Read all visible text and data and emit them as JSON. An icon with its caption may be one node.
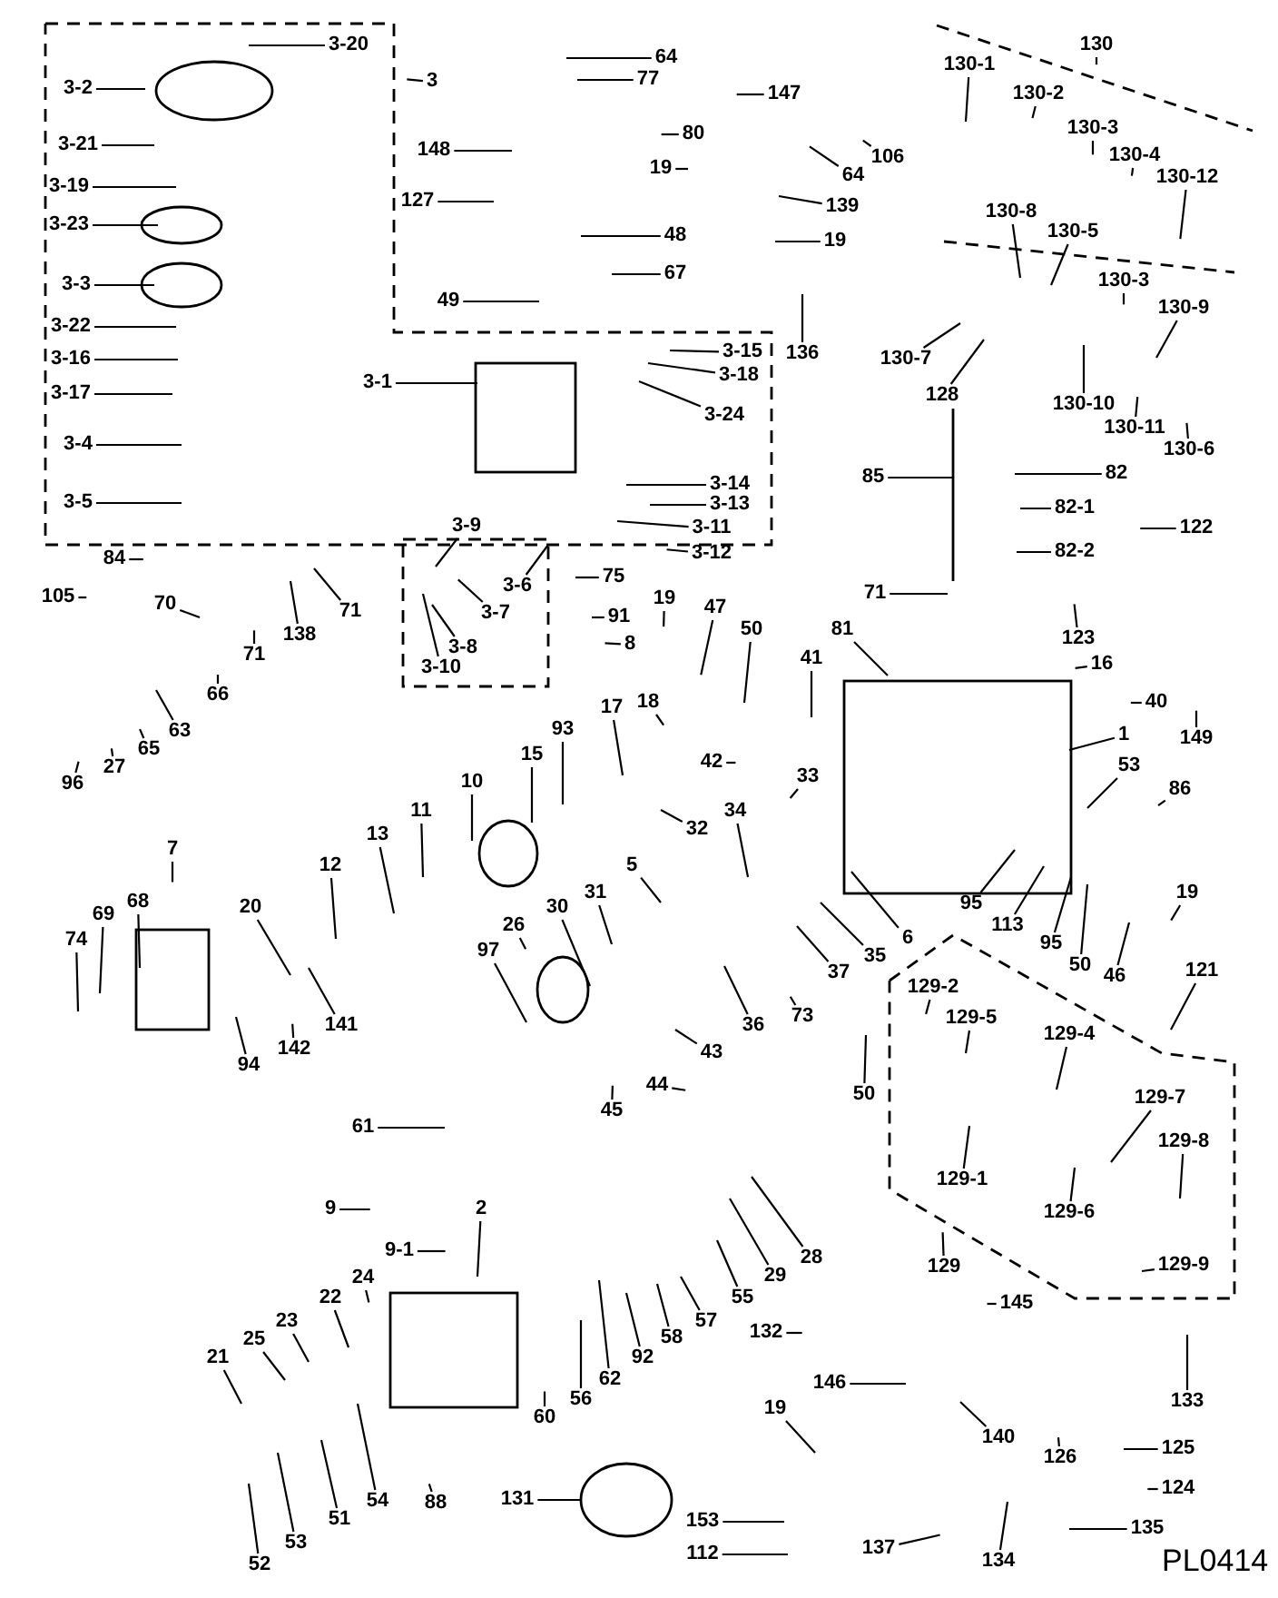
{
  "diagram": {
    "nodes": [
      {
        "text": [
          "3-20"
        ]
      },
      {
        "text": [
          "3-2"
        ]
      },
      {
        "text": [
          "3"
        ]
      },
      {
        "text": [
          "64"
        ]
      },
      {
        "text": [
          "77"
        ]
      },
      {
        "text": [
          "147"
        ]
      },
      {
        "text": [
          "80"
        ]
      },
      {
        "text": [
          "3-21"
        ]
      },
      {
        "text": [
          "148"
        ]
      },
      {
        "text": [
          "19"
        ]
      },
      {
        "text": [
          "64"
        ]
      },
      {
        "text": [
          "106"
        ]
      },
      {
        "text": [
          "3-19"
        ]
      },
      {
        "text": [
          "127"
        ]
      },
      {
        "text": [
          "139"
        ]
      },
      {
        "text": [
          "3-23"
        ]
      },
      {
        "text": [
          "48"
        ]
      },
      {
        "text": [
          "19"
        ]
      },
      {
        "text": [
          "67"
        ]
      },
      {
        "text": [
          "3-3"
        ]
      },
      {
        "text": [
          "49"
        ]
      },
      {
        "text": [
          "3-22"
        ]
      },
      {
        "text": [
          "136"
        ]
      },
      {
        "text": [
          "3-16"
        ]
      },
      {
        "text": [
          "3-1"
        ]
      },
      {
        "text": [
          "3-17"
        ]
      },
      {
        "text": [
          "3-15"
        ]
      },
      {
        "text": [
          "3-18"
        ]
      },
      {
        "text": [
          "3-24"
        ]
      },
      {
        "text": [
          "3-4"
        ]
      },
      {
        "text": [
          "3-14"
        ]
      },
      {
        "text": [
          "3-13"
        ]
      },
      {
        "text": [
          "3-5"
        ]
      },
      {
        "text": [
          "3-11"
        ]
      },
      {
        "text": [
          "3-12"
        ]
      },
      {
        "text": [
          "130"
        ]
      },
      {
        "text": [
          "130-1"
        ]
      },
      {
        "text": [
          "130-2"
        ]
      },
      {
        "text": [
          "130-3"
        ]
      },
      {
        "text": [
          "130-4"
        ]
      },
      {
        "text": [
          "130-12"
        ]
      },
      {
        "text": [
          "130-8"
        ]
      },
      {
        "text": [
          "130-5"
        ]
      },
      {
        "text": [
          "130-3"
        ]
      },
      {
        "text": [
          "130-9"
        ]
      },
      {
        "text": [
          "130-7"
        ]
      },
      {
        "text": [
          "128"
        ]
      },
      {
        "text": [
          "130-10"
        ]
      },
      {
        "text": [
          "130-11"
        ]
      },
      {
        "text": [
          "130-6"
        ]
      },
      {
        "text": [
          "85"
        ]
      },
      {
        "text": [
          "82"
        ]
      },
      {
        "text": [
          "82-1"
        ]
      },
      {
        "text": [
          "122"
        ]
      },
      {
        "text": [
          "82-2"
        ]
      },
      {
        "text": [
          "3-9"
        ]
      },
      {
        "text": [
          "84"
        ]
      },
      {
        "text": [
          "3-6"
        ]
      },
      {
        "text": [
          "75"
        ]
      },
      {
        "text": [
          "105"
        ]
      },
      {
        "text": [
          "70"
        ]
      },
      {
        "text": [
          "71"
        ]
      },
      {
        "text": [
          "91"
        ]
      },
      {
        "text": [
          "3-7"
        ]
      },
      {
        "text": [
          "138"
        ]
      },
      {
        "text": [
          "3-8"
        ]
      },
      {
        "text": [
          "8"
        ]
      },
      {
        "text": [
          "71"
        ]
      },
      {
        "text": [
          "3-10"
        ]
      },
      {
        "text": [
          "66"
        ]
      },
      {
        "text": [
          "17"
        ]
      },
      {
        "text": [
          "93"
        ]
      },
      {
        "text": [
          "63"
        ]
      },
      {
        "text": [
          "65"
        ]
      },
      {
        "text": [
          "15"
        ]
      },
      {
        "text": [
          "27"
        ]
      },
      {
        "text": [
          "96"
        ]
      },
      {
        "text": [
          "10"
        ]
      },
      {
        "text": [
          "11"
        ]
      },
      {
        "text": [
          "13"
        ]
      },
      {
        "text": [
          "7"
        ]
      },
      {
        "text": [
          "12"
        ]
      },
      {
        "text": [
          "5"
        ]
      },
      {
        "text": [
          "31"
        ]
      },
      {
        "text": [
          "68"
        ]
      },
      {
        "text": [
          "30"
        ]
      },
      {
        "text": [
          "20"
        ]
      },
      {
        "text": [
          "69"
        ]
      },
      {
        "text": [
          "26"
        ]
      },
      {
        "text": [
          "74"
        ]
      },
      {
        "text": [
          "97"
        ]
      },
      {
        "text": [
          "141"
        ]
      },
      {
        "text": [
          "142"
        ]
      },
      {
        "text": [
          "94"
        ]
      },
      {
        "text": [
          "45"
        ]
      },
      {
        "text": [
          "71"
        ]
      },
      {
        "text": [
          "19"
        ]
      },
      {
        "text": [
          "47"
        ]
      },
      {
        "text": [
          "50"
        ]
      },
      {
        "text": [
          "81"
        ]
      },
      {
        "text": [
          "123"
        ]
      },
      {
        "text": [
          "41"
        ]
      },
      {
        "text": [
          "16"
        ]
      },
      {
        "text": [
          "18"
        ]
      },
      {
        "text": [
          "40"
        ]
      },
      {
        "text": [
          "1"
        ]
      },
      {
        "text": [
          "149"
        ]
      },
      {
        "text": [
          "42"
        ]
      },
      {
        "text": [
          "53"
        ]
      },
      {
        "text": [
          "33"
        ]
      },
      {
        "text": [
          "86"
        ]
      },
      {
        "text": [
          "34"
        ]
      },
      {
        "text": [
          "32"
        ]
      },
      {
        "text": [
          "19"
        ]
      },
      {
        "text": [
          "95"
        ]
      },
      {
        "text": [
          "113"
        ]
      },
      {
        "text": [
          "6"
        ]
      },
      {
        "text": [
          "95"
        ]
      },
      {
        "text": [
          "35"
        ]
      },
      {
        "text": [
          "50"
        ]
      },
      {
        "text": [
          "121"
        ]
      },
      {
        "text": [
          "46"
        ]
      },
      {
        "text": [
          "37"
        ]
      },
      {
        "text": [
          "129-2"
        ]
      },
      {
        "text": [
          "73"
        ]
      },
      {
        "text": [
          "129-5"
        ]
      },
      {
        "text": [
          "36"
        ]
      },
      {
        "text": [
          "129-4"
        ]
      },
      {
        "text": [
          "43"
        ]
      },
      {
        "text": [
          "44"
        ]
      },
      {
        "text": [
          "50"
        ]
      },
      {
        "text": [
          "129-7"
        ]
      },
      {
        "text": [
          "61"
        ]
      },
      {
        "text": [
          "129-8"
        ]
      },
      {
        "text": [
          "129-1"
        ]
      },
      {
        "text": [
          "9"
        ]
      },
      {
        "text": [
          "2"
        ]
      },
      {
        "text": [
          "129-6"
        ]
      },
      {
        "text": [
          "9-1"
        ]
      },
      {
        "text": [
          "28"
        ]
      },
      {
        "text": [
          "129-9"
        ]
      },
      {
        "text": [
          "129"
        ]
      },
      {
        "text": [
          "29"
        ]
      },
      {
        "text": [
          "24"
        ]
      },
      {
        "text": [
          "55"
        ]
      },
      {
        "text": [
          "22"
        ]
      },
      {
        "text": [
          "145"
        ]
      },
      {
        "text": [
          "57"
        ]
      },
      {
        "text": [
          "23"
        ]
      },
      {
        "text": [
          "132"
        ]
      },
      {
        "text": [
          "58"
        ]
      },
      {
        "text": [
          "25"
        ]
      },
      {
        "text": [
          "92"
        ]
      },
      {
        "text": [
          "62"
        ]
      },
      {
        "text": [
          "56"
        ]
      },
      {
        "text": [
          "21"
        ]
      },
      {
        "text": [
          "60"
        ]
      },
      {
        "text": [
          "140"
        ]
      },
      {
        "text": [
          "19"
        ]
      },
      {
        "text": [
          "146"
        ]
      },
      {
        "text": [
          "133"
        ]
      },
      {
        "text": [
          "125"
        ]
      },
      {
        "text": [
          "126"
        ]
      },
      {
        "text": [
          "124"
        ]
      },
      {
        "text": [
          "131"
        ]
      },
      {
        "text": [
          "54"
        ]
      },
      {
        "text": [
          "88"
        ]
      },
      {
        "text": [
          "51"
        ]
      },
      {
        "text": [
          "153"
        ]
      },
      {
        "text": [
          "135"
        ]
      },
      {
        "text": [
          "53"
        ]
      },
      {
        "text": [
          "137"
        ]
      },
      {
        "text": [
          "112"
        ]
      },
      {
        "text": [
          "134"
        ]
      },
      {
        "text": [
          "52"
        ]
      }
    ],
    "edges": [
      {
        "from": 0,
        "to": null,
        "arrow": "none"
      },
      {
        "from": 1,
        "to": null,
        "arrow": "none"
      },
      {
        "from": 2,
        "to": null,
        "arrow": "none"
      },
      {
        "from": 3,
        "to": null,
        "arrow": "none"
      },
      {
        "from": 4,
        "to": null,
        "arrow": "none"
      },
      {
        "from": 5,
        "to": null,
        "arrow": "none"
      },
      {
        "from": 6,
        "to": null,
        "arrow": "none"
      },
      {
        "from": 7,
        "to": null,
        "arrow": "none"
      },
      {
        "from": 8,
        "to": null,
        "arrow": "none"
      },
      {
        "from": 9,
        "to": null,
        "arrow": "none"
      },
      {
        "from": 10,
        "to": null,
        "arrow": "none"
      },
      {
        "from": 11,
        "to": null,
        "arrow": "none"
      },
      {
        "from": 12,
        "to": null,
        "arrow": "none"
      },
      {
        "from": 13,
        "to": null,
        "arrow": "none"
      },
      {
        "from": 14,
        "to": null,
        "arrow": "none"
      },
      {
        "from": 15,
        "to": null,
        "arrow": "none"
      },
      {
        "from": 16,
        "to": null,
        "arrow": "none"
      },
      {
        "from": 17,
        "to": null,
        "arrow": "none"
      },
      {
        "from": 18,
        "to": null,
        "arrow": "none"
      },
      {
        "from": 19,
        "to": null,
        "arrow": "none"
      },
      {
        "from": 20,
        "to": null,
        "arrow": "none"
      },
      {
        "from": 21,
        "to": null,
        "arrow": "none"
      },
      {
        "from": 22,
        "to": null,
        "arrow": "none"
      },
      {
        "from": 23,
        "to": null,
        "arrow": "none"
      },
      {
        "from": 24,
        "to": null,
        "arrow": "none"
      },
      {
        "from": 25,
        "to": null,
        "arrow": "none"
      },
      {
        "from": 26,
        "to": null,
        "arrow": "none"
      },
      {
        "from": 27,
        "to": null,
        "arrow": "none"
      },
      {
        "from": 28,
        "to": null,
        "arrow": "none"
      },
      {
        "from": 29,
        "to": null,
        "arrow": "none"
      },
      {
        "from": 30,
        "to": null,
        "arrow": "none"
      },
      {
        "from": 31,
        "to": null,
        "arrow": "none"
      },
      {
        "from": 32,
        "to": null,
        "arrow": "none"
      },
      {
        "from": 33,
        "to": null,
        "arrow": "none"
      },
      {
        "from": 34,
        "to": null,
        "arrow": "none"
      },
      {
        "from": 35,
        "to": null,
        "arrow": "none"
      },
      {
        "from": 36,
        "to": null,
        "arrow": "none"
      },
      {
        "from": 37,
        "to": null,
        "arrow": "none"
      },
      {
        "from": 38,
        "to": null,
        "arrow": "none"
      },
      {
        "from": 39,
        "to": null,
        "arrow": "none"
      },
      {
        "from": 40,
        "to": null,
        "arrow": "none"
      },
      {
        "from": 41,
        "to": null,
        "arrow": "none"
      },
      {
        "from": 42,
        "to": null,
        "arrow": "none"
      },
      {
        "from": 43,
        "to": null,
        "arrow": "none"
      },
      {
        "from": 44,
        "to": null,
        "arrow": "none"
      },
      {
        "from": 45,
        "to": null,
        "arrow": "none"
      },
      {
        "from": 46,
        "to": null,
        "arrow": "none"
      },
      {
        "from": 47,
        "to": null,
        "arrow": "none"
      },
      {
        "from": 48,
        "to": null,
        "arrow": "none"
      },
      {
        "from": 49,
        "to": null,
        "arrow": "none"
      },
      {
        "from": 50,
        "to": null,
        "arrow": "none"
      },
      {
        "from": 51,
        "to": null,
        "arrow": "none"
      },
      {
        "from": 52,
        "to": null,
        "arrow": "none"
      },
      {
        "from": 53,
        "to": null,
        "arrow": "none"
      },
      {
        "from": 54,
        "to": null,
        "arrow": "none"
      },
      {
        "from": 55,
        "to": null,
        "arrow": "none"
      },
      {
        "from": 56,
        "to": null,
        "arrow": "none"
      },
      {
        "from": 57,
        "to": null,
        "arrow": "none"
      },
      {
        "from": 58,
        "to": null,
        "arrow": "none"
      },
      {
        "from": 59,
        "to": null,
        "arrow": "none"
      },
      {
        "from": 60,
        "to": null,
        "arrow": "none"
      },
      {
        "from": 61,
        "to": null,
        "arrow": "none"
      },
      {
        "from": 62,
        "to": null,
        "arrow": "none"
      },
      {
        "from": 63,
        "to": null,
        "arrow": "none"
      },
      {
        "from": 64,
        "to": null,
        "arrow": "none"
      },
      {
        "from": 65,
        "to": null,
        "arrow": "none"
      },
      {
        "from": 66,
        "to": null,
        "arrow": "none"
      },
      {
        "from": 67,
        "to": null,
        "arrow": "none"
      },
      {
        "from": 68,
        "to": null,
        "arrow": "none"
      },
      {
        "from": 69,
        "to": null,
        "arrow": "none"
      },
      {
        "from": 70,
        "to": null,
        "arrow": "none"
      },
      {
        "from": 71,
        "to": null,
        "arrow": "none"
      },
      {
        "from": 72,
        "to": null,
        "arrow": "none"
      },
      {
        "from": 73,
        "to": null,
        "arrow": "none"
      },
      {
        "from": 74,
        "to": null,
        "arrow": "none"
      },
      {
        "from": 75,
        "to": null,
        "arrow": "none"
      },
      {
        "from": 76,
        "to": null,
        "arrow": "none"
      },
      {
        "from": 77,
        "to": null,
        "arrow": "none"
      },
      {
        "from": 78,
        "to": null,
        "arrow": "none"
      },
      {
        "from": 79,
        "to": null,
        "arrow": "none"
      },
      {
        "from": 80,
        "to": null,
        "arrow": "none"
      },
      {
        "from": 81,
        "to": null,
        "arrow": "none"
      },
      {
        "from": 82,
        "to": null,
        "arrow": "none"
      },
      {
        "from": 83,
        "to": null,
        "arrow": "none"
      },
      {
        "from": 84,
        "to": null,
        "arrow": "none"
      },
      {
        "from": 85,
        "to": null,
        "arrow": "none"
      },
      {
        "from": 86,
        "to": null,
        "arrow": "none"
      },
      {
        "from": 87,
        "to": null,
        "arrow": "none"
      },
      {
        "from": 88,
        "to": null,
        "arrow": "none"
      },
      {
        "from": 89,
        "to": null,
        "arrow": "none"
      },
      {
        "from": 90,
        "to": null,
        "arrow": "none"
      },
      {
        "from": 91,
        "to": null,
        "arrow": "none"
      },
      {
        "from": 92,
        "to": null,
        "arrow": "none"
      },
      {
        "from": 93,
        "to": null,
        "arrow": "none"
      },
      {
        "from": 94,
        "to": null,
        "arrow": "none"
      },
      {
        "from": 95,
        "to": null,
        "arrow": "none"
      },
      {
        "from": 96,
        "to": null,
        "arrow": "none"
      },
      {
        "from": 97,
        "to": null,
        "arrow": "none"
      },
      {
        "from": 98,
        "to": null,
        "arrow": "none"
      },
      {
        "from": 99,
        "to": null,
        "arrow": "none"
      },
      {
        "from": 100,
        "to": null,
        "arrow": "none"
      },
      {
        "from": 101,
        "to": null,
        "arrow": "none"
      },
      {
        "from": 102,
        "to": null,
        "arrow": "none"
      },
      {
        "from": 103,
        "to": null,
        "arrow": "none"
      },
      {
        "from": 104,
        "to": null,
        "arrow": "none"
      },
      {
        "from": 105,
        "to": null,
        "arrow": "none"
      },
      {
        "from": 106,
        "to": null,
        "arrow": "none"
      },
      {
        "from": 107,
        "to": null,
        "arrow": "none"
      },
      {
        "from": 108,
        "to": null,
        "arrow": "none"
      },
      {
        "from": 109,
        "to": null,
        "arrow": "none"
      },
      {
        "from": 110,
        "to": null,
        "arrow": "none"
      },
      {
        "from": 111,
        "to": null,
        "arrow": "none"
      },
      {
        "from": 112,
        "to": null,
        "arrow": "none"
      },
      {
        "from": 113,
        "to": null,
        "arrow": "none"
      },
      {
        "from": 114,
        "to": null,
        "arrow": "none"
      },
      {
        "from": 115,
        "to": null,
        "arrow": "none"
      },
      {
        "from": 116,
        "to": null,
        "arrow": "none"
      },
      {
        "from": 117,
        "to": null,
        "arrow": "none"
      },
      {
        "from": 118,
        "to": null,
        "arrow": "none"
      },
      {
        "from": 119,
        "to": null,
        "arrow": "none"
      },
      {
        "from": 120,
        "to": null,
        "arrow": "none"
      },
      {
        "from": 121,
        "to": null,
        "arrow": "none"
      },
      {
        "from": 122,
        "to": null,
        "arrow": "none"
      },
      {
        "from": 123,
        "to": null,
        "arrow": "none"
      },
      {
        "from": 124,
        "to": null,
        "arrow": "none"
      },
      {
        "from": 125,
        "to": null,
        "arrow": "none"
      },
      {
        "from": 126,
        "to": null,
        "arrow": "none"
      },
      {
        "from": 127,
        "to": null,
        "arrow": "none"
      },
      {
        "from": 128,
        "to": null,
        "arrow": "none"
      },
      {
        "from": 129,
        "to": null,
        "arrow": "none"
      },
      {
        "from": 130,
        "to": null,
        "arrow": "none"
      },
      {
        "from": 131,
        "to": null,
        "arrow": "none"
      },
      {
        "from": 132,
        "to": null,
        "arrow": "none"
      },
      {
        "from": 133,
        "to": null,
        "arrow": "none"
      },
      {
        "from": 134,
        "to": null,
        "arrow": "none"
      },
      {
        "from": 135,
        "to": null,
        "arrow": "none"
      },
      {
        "from": 136,
        "to": null,
        "arrow": "none"
      },
      {
        "from": 137,
        "to": null,
        "arrow": "none"
      },
      {
        "from": 138,
        "to": null,
        "arrow": "none"
      },
      {
        "from": 139,
        "to": null,
        "arrow": "none"
      },
      {
        "from": 140,
        "to": null,
        "arrow": "none"
      },
      {
        "from": 141,
        "to": null,
        "arrow": "none"
      },
      {
        "from": 142,
        "to": null,
        "arrow": "none"
      },
      {
        "from": 143,
        "to": null,
        "arrow": "none"
      },
      {
        "from": 144,
        "to": null,
        "arrow": "none"
      },
      {
        "from": 145,
        "to": null,
        "arrow": "none"
      },
      {
        "from": 146,
        "to": null,
        "arrow": "none"
      },
      {
        "from": 147,
        "to": null,
        "arrow": "none"
      },
      {
        "from": 148,
        "to": null,
        "arrow": "none"
      },
      {
        "from": 149,
        "to": null,
        "arrow": "none"
      },
      {
        "from": 150,
        "to": null,
        "arrow": "none"
      },
      {
        "from": 151,
        "to": null,
        "arrow": "none"
      },
      {
        "from": 152,
        "to": null,
        "arrow": "none"
      },
      {
        "from": 153,
        "to": null,
        "arrow": "none"
      },
      {
        "from": 154,
        "to": null,
        "arrow": "none"
      },
      {
        "from": 155,
        "to": null,
        "arrow": "none"
      },
      {
        "from": 156,
        "to": null,
        "arrow": "none"
      },
      {
        "from": 157,
        "to": null,
        "arrow": "none"
      },
      {
        "from": 158,
        "to": null,
        "arrow": "none"
      },
      {
        "from": 159,
        "to": null,
        "arrow": "none"
      },
      {
        "from": 160,
        "to": null,
        "arrow": "none"
      },
      {
        "from": 161,
        "to": null,
        "arrow": "none"
      },
      {
        "from": 162,
        "to": null,
        "arrow": "none"
      },
      {
        "from": 163,
        "to": null,
        "arrow": "none"
      },
      {
        "from": 164,
        "to": null,
        "arrow": "none"
      },
      {
        "from": 165,
        "to": null,
        "arrow": "none"
      },
      {
        "from": 166,
        "to": null,
        "arrow": "none"
      },
      {
        "from": 167,
        "to": null,
        "arrow": "none"
      },
      {
        "from": 168,
        "to": null,
        "arrow": "none"
      },
      {
        "from": 169,
        "to": null,
        "arrow": "none"
      },
      {
        "from": 170,
        "to": null,
        "arrow": "none"
      },
      {
        "from": 171,
        "to": null,
        "arrow": "none"
      },
      {
        "from": 172,
        "to": null,
        "arrow": "none"
      },
      {
        "from": 173,
        "to": null,
        "arrow": "none"
      },
      {
        "from": 174,
        "to": null,
        "arrow": "none"
      }
    ],
    "labels": [
      "PL0414"
    ]
  }
}
